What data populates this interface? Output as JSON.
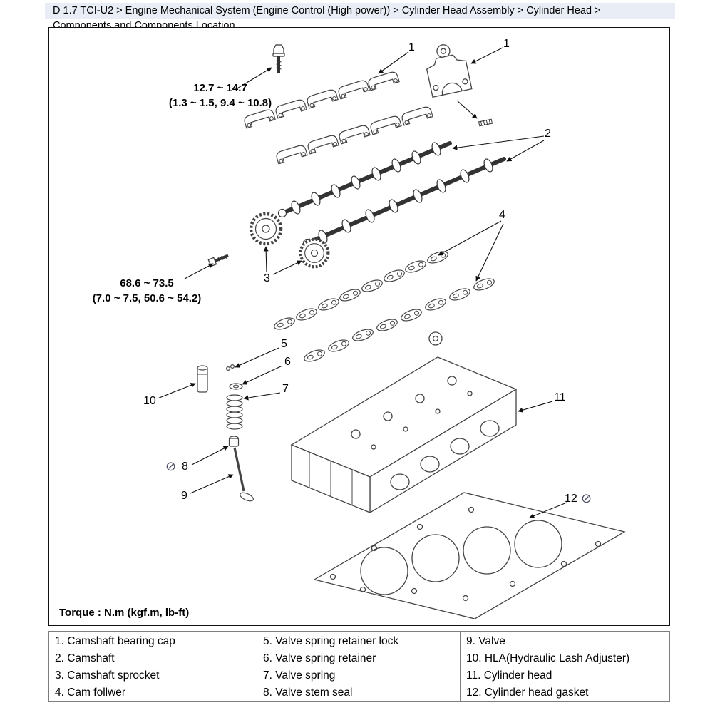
{
  "breadcrumb": {
    "line1": "D 1.7 TCI-U2 > Engine Mechanical System (Engine Control (High power)) > Cylinder Head Assembly > Cylinder Head >",
    "line2": "Components and Components Location"
  },
  "diagram": {
    "torque_unit_note": "Torque : N.m (kgf.m, lb-ft)",
    "torque_specs": [
      {
        "value": "12.7 ~ 14.7",
        "detail": "(1.3 ~ 1.5, 9.4 ~ 10.8)"
      },
      {
        "value": "68.6 ~ 73.5",
        "detail": "(7.0 ~ 7.5, 50.6 ~ 54.2)"
      }
    ],
    "callouts": {
      "c1a": "1",
      "c1b": "1",
      "c2": "2",
      "c3": "3",
      "c4": "4",
      "c5": "5",
      "c6": "6",
      "c7": "7",
      "c8": "8",
      "c9": "9",
      "c10": "10",
      "c11": "11",
      "c12": "12"
    },
    "icons": {
      "no_reuse_symbol": "⊘"
    }
  },
  "parts_table": {
    "columns": [
      [
        "1. Camshaft bearing cap",
        "2. Camshaft",
        "3. Camshaft sprocket",
        "4. Cam follwer"
      ],
      [
        "5. Valve spring retainer lock",
        "6. Valve spring retainer",
        "7. Valve spring",
        "8. Valve stem seal"
      ],
      [
        "9. Valve",
        "10. HLA(Hydraulic Lash Adjuster)",
        "11. Cylinder head",
        "12. Cylinder head gasket"
      ]
    ]
  }
}
